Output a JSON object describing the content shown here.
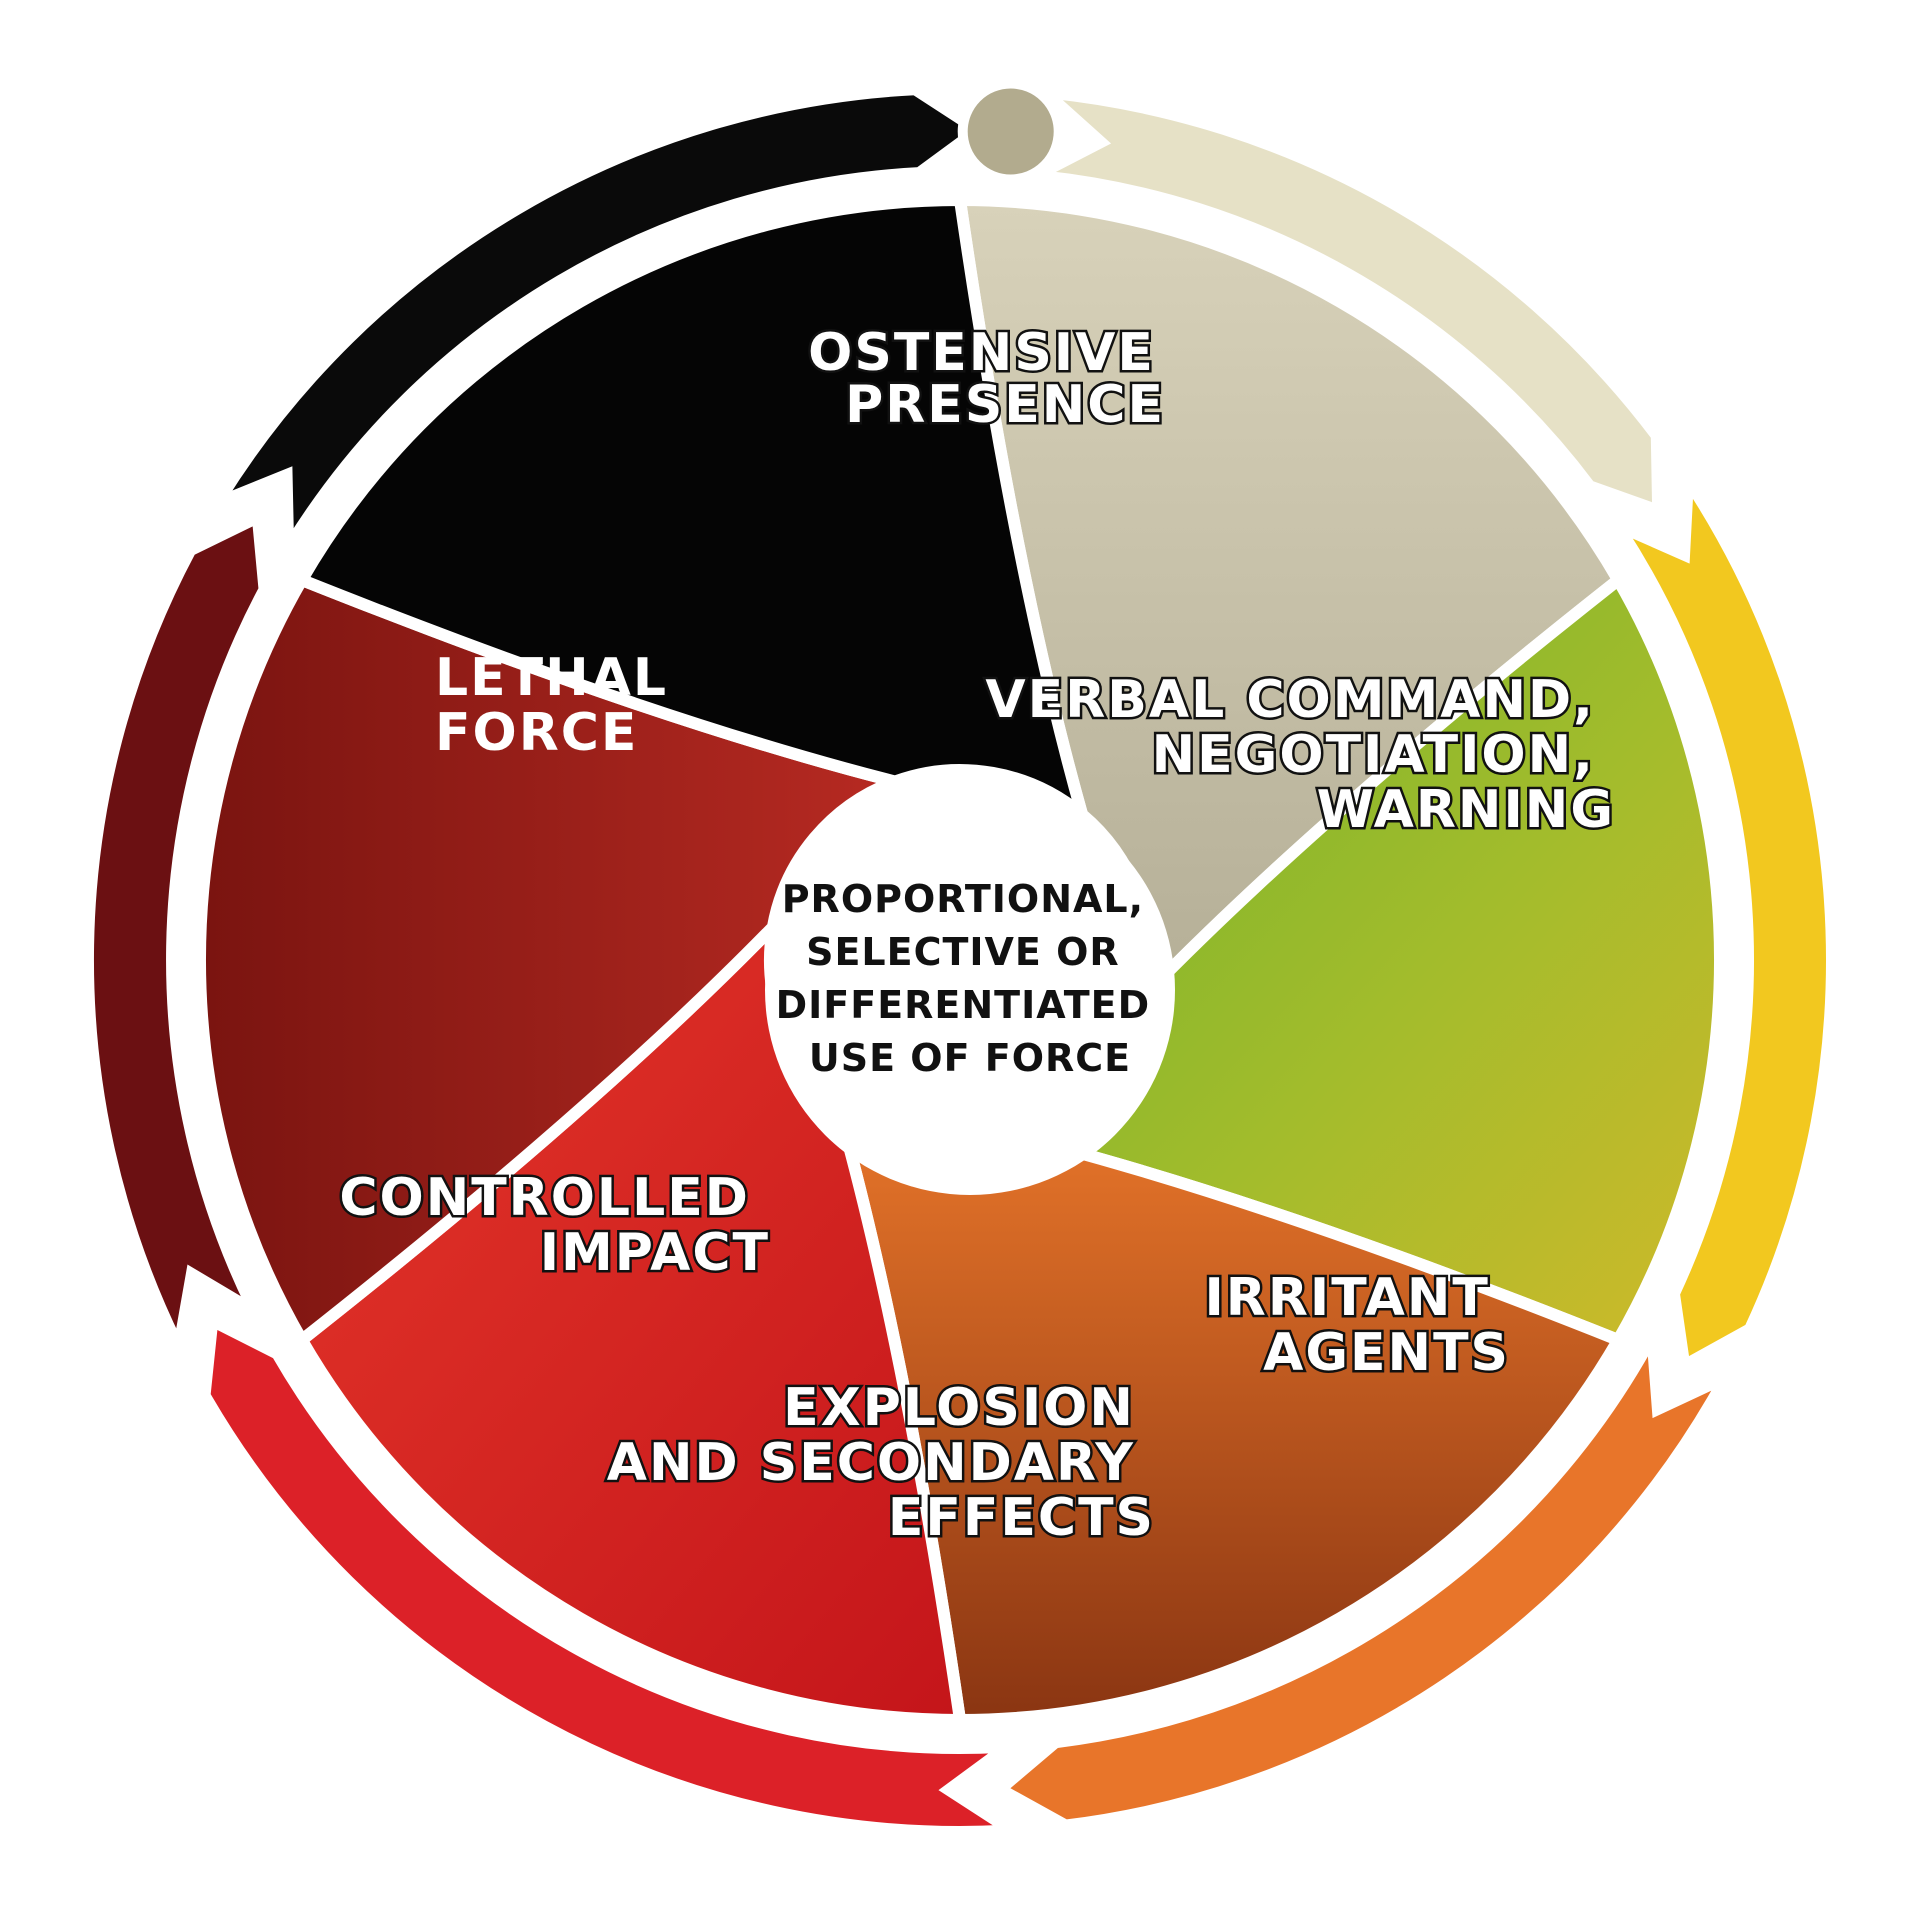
{
  "center": {
    "lines": [
      "PROPORTIONAL,",
      "SELECTIVE OR",
      "DIFFERENTIATED",
      "USE OF FORCE"
    ]
  },
  "segments": [
    {
      "key": "ostensive",
      "lines": [
        "OSTENSIVE",
        "PRESENCE"
      ],
      "photo": "riot-shield-line-photo",
      "tint": "#c9c4ad",
      "ring": "#e6e1c6"
    },
    {
      "key": "verbal",
      "lines": [
        "VERBAL COMMAND,",
        "NEGOTIATION,",
        "WARNING"
      ],
      "photo": "green-smoke-grenade-photo",
      "tint": "#9cb82a",
      "ring": "#f2c81f"
    },
    {
      "key": "irritant",
      "lines": [
        "IRRITANT",
        "AGENTS"
      ],
      "photo": "pepper-spray-face-photo",
      "tint": "#e0691e",
      "ring": "#e8752a"
    },
    {
      "key": "explosion",
      "lines": [
        "EXPLOSION",
        "AND SECONDARY",
        "EFFECTS"
      ],
      "photo": "stun-grenade-flag-patch-photo",
      "tint": "#e0261e",
      "ring": "#dc2128"
    },
    {
      "key": "impact",
      "lines": [
        "CONTROLLED",
        "IMPACT"
      ],
      "photo": "spray-canister-holster-photo",
      "tint": "#8a1a14",
      "ring": "#6b1012"
    },
    {
      "key": "lethal",
      "lines": [
        "LETHAL",
        "FORCE"
      ],
      "photo": "none",
      "tint": "#050505",
      "ring": "#0a0a0a"
    }
  ],
  "start_marker_color": "#b2ab8e"
}
